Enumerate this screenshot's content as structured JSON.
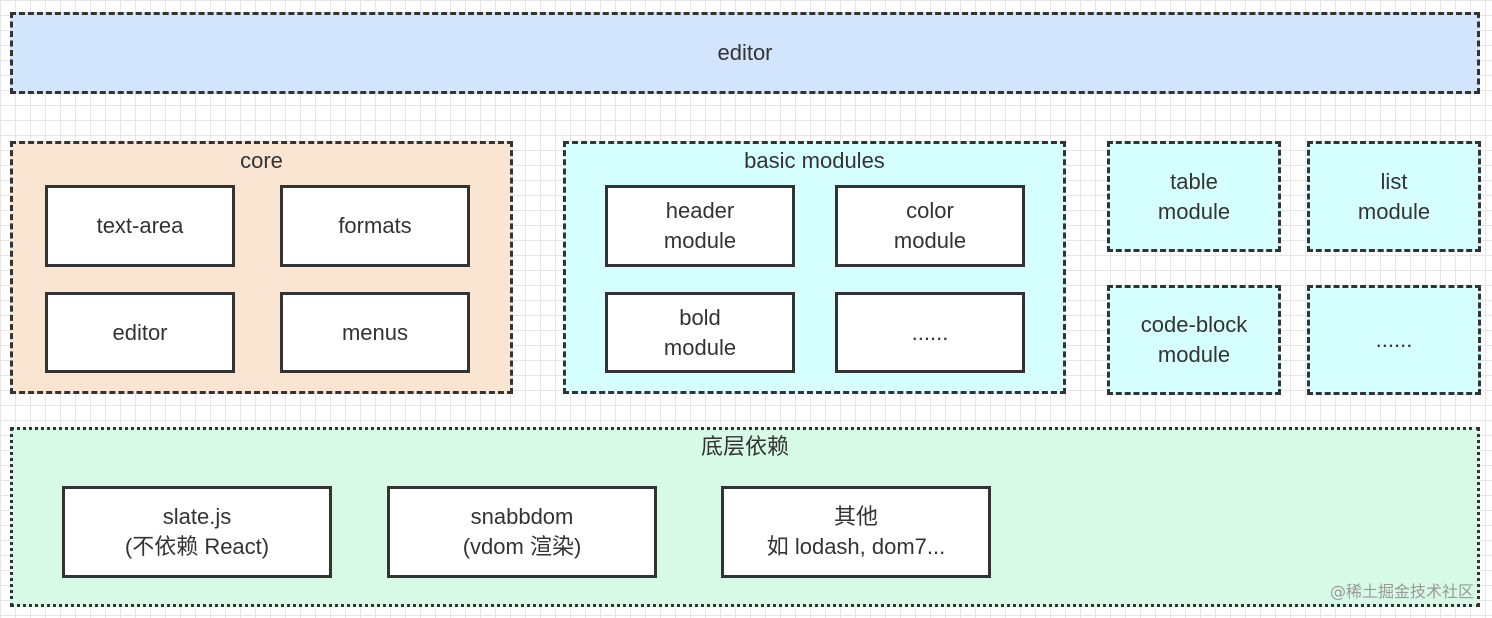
{
  "editor_layer": {
    "label": "editor"
  },
  "core": {
    "title": "core",
    "items": [
      "text-area",
      "formats",
      "editor",
      "menus"
    ]
  },
  "basic_modules": {
    "title": "basic modules",
    "items": [
      "header\nmodule",
      "color\nmodule",
      "bold\nmodule",
      "......"
    ]
  },
  "extra_modules": {
    "items": [
      "table\nmodule",
      "list\nmodule",
      "code-block\nmodule",
      "......"
    ]
  },
  "dependencies": {
    "title": "底层依赖",
    "items": [
      "slate.js\n(不依赖 React)",
      "snabbdom\n(vdom 渲染)",
      "其他\n如 lodash, dom7..."
    ]
  },
  "watermark": "@稀土掘金技术社区",
  "colors": {
    "editor_fill": "#d3e5fc",
    "core_fill": "#fae5d3",
    "modules_fill": "#d6ffff",
    "deps_fill": "#d6fae5",
    "border": "#333333"
  }
}
